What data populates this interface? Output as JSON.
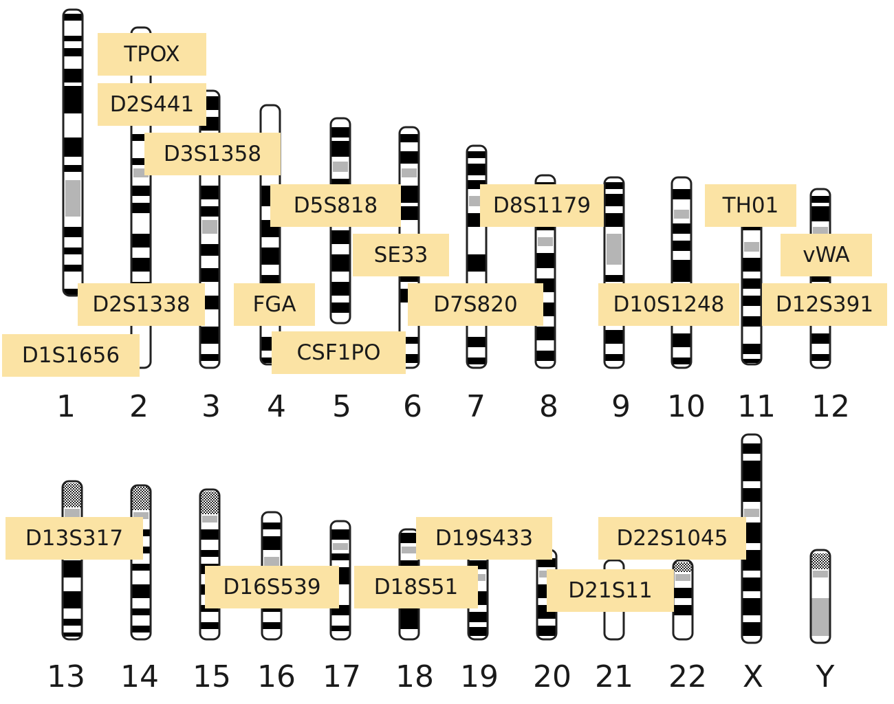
{
  "colors": {
    "band": "#000000",
    "outline": "#222222",
    "label_bg": "#fbe3a4",
    "centromere": "#b5b5b5"
  },
  "chromosomes": [
    {
      "id": "1"
    },
    {
      "id": "2"
    },
    {
      "id": "3"
    },
    {
      "id": "4"
    },
    {
      "id": "5"
    },
    {
      "id": "6"
    },
    {
      "id": "7"
    },
    {
      "id": "8"
    },
    {
      "id": "9"
    },
    {
      "id": "10"
    },
    {
      "id": "11"
    },
    {
      "id": "12"
    },
    {
      "id": "13"
    },
    {
      "id": "14"
    },
    {
      "id": "15"
    },
    {
      "id": "16"
    },
    {
      "id": "17"
    },
    {
      "id": "18"
    },
    {
      "id": "19"
    },
    {
      "id": "20"
    },
    {
      "id": "21"
    },
    {
      "id": "22"
    },
    {
      "id": "X"
    },
    {
      "id": "Y"
    }
  ],
  "markers": [
    {
      "label": "TPOX",
      "chromosome": "2"
    },
    {
      "label": "D2S441",
      "chromosome": "2"
    },
    {
      "label": "D3S1358",
      "chromosome": "3"
    },
    {
      "label": "D5S818",
      "chromosome": "5"
    },
    {
      "label": "D8S1179",
      "chromosome": "8"
    },
    {
      "label": "TH01",
      "chromosome": "11"
    },
    {
      "label": "SE33",
      "chromosome": "6"
    },
    {
      "label": "vWA",
      "chromosome": "12"
    },
    {
      "label": "D2S1338",
      "chromosome": "2"
    },
    {
      "label": "FGA",
      "chromosome": "4"
    },
    {
      "label": "D7S820",
      "chromosome": "7"
    },
    {
      "label": "D10S1248",
      "chromosome": "10"
    },
    {
      "label": "D12S391",
      "chromosome": "12"
    },
    {
      "label": "D1S1656",
      "chromosome": "1"
    },
    {
      "label": "CSF1PO",
      "chromosome": "5"
    },
    {
      "label": "D13S317",
      "chromosome": "13"
    },
    {
      "label": "D19S433",
      "chromosome": "19"
    },
    {
      "label": "D22S1045",
      "chromosome": "22"
    },
    {
      "label": "D16S539",
      "chromosome": "16"
    },
    {
      "label": "D18S51",
      "chromosome": "18"
    },
    {
      "label": "D21S11",
      "chromosome": "21"
    }
  ]
}
